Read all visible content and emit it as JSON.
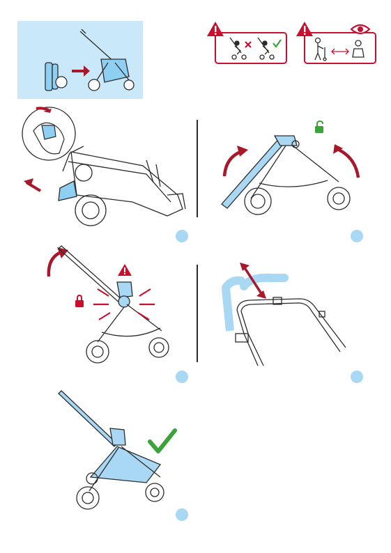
{
  "colors": {
    "accent_blue": "#a9d8f5",
    "panel_blue": "#c9e9fa",
    "warning_red": "#c8102e",
    "arrow_red": "#a8182a",
    "ok_green": "#3aa33a",
    "line": "#2b2b2b"
  },
  "icons": {
    "intro_panel": "stroller-fold-unfold-icon",
    "warning_seat": "warning-triangle-icon",
    "warning_child": "warning-triangle-icon",
    "eye": "eye-icon",
    "unlock": "unlocked-padlock-icon",
    "lock": "locked-padlock-icon",
    "check": "check-mark-icon"
  },
  "steps": [
    {
      "id": "unfold-release",
      "marker": ""
    },
    {
      "id": "lift-frame",
      "marker": ""
    },
    {
      "id": "lock-frame",
      "marker": ""
    },
    {
      "id": "adjust-handle",
      "marker": ""
    },
    {
      "id": "ready",
      "marker": ""
    }
  ]
}
